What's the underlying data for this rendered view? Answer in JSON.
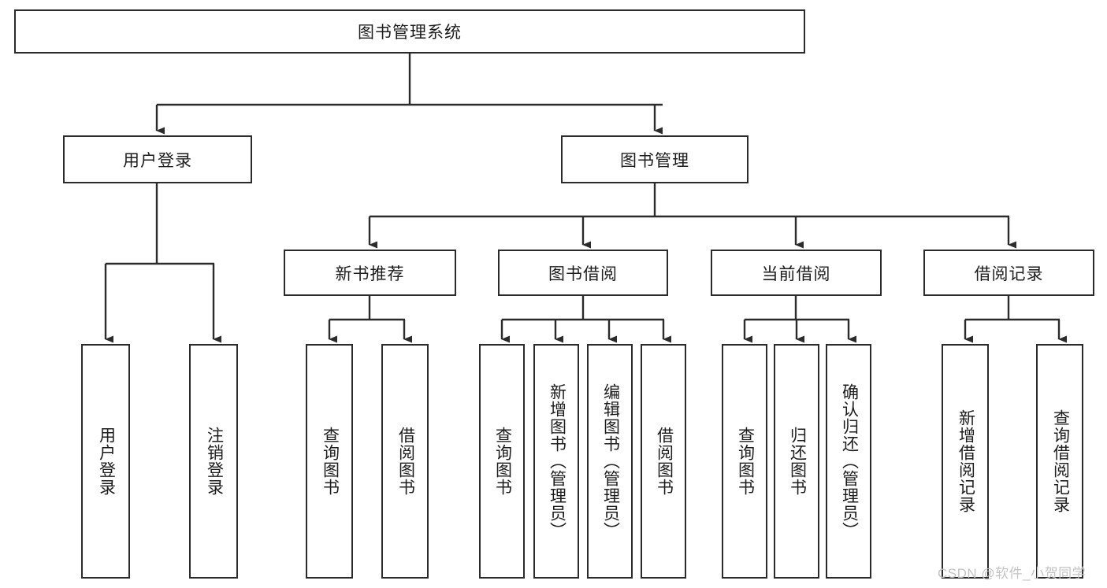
{
  "diagram": {
    "title": "图书管理系统",
    "type": "tree-hierarchy-diagram",
    "colors": {
      "box_border": "#2b2b2b",
      "box_fill": "#ffffff",
      "connector": "#2b2b2b",
      "text": "#1c1c1c",
      "background": "#ffffff",
      "watermark": "#c3c3c3"
    },
    "root": {
      "label": "图书管理系统"
    },
    "level2": [
      {
        "label": "用户登录"
      },
      {
        "label": "图书管理"
      }
    ],
    "level3": [
      {
        "label": "新书推荐"
      },
      {
        "label": "图书借阅"
      },
      {
        "label": "当前借阅"
      },
      {
        "label": "借阅记录"
      }
    ],
    "leaves": {
      "user_login": [
        {
          "label": "用户登录"
        },
        {
          "label": "注销登录"
        }
      ],
      "new_book_recommend": [
        {
          "label": "查询图书"
        },
        {
          "label": "借阅图书"
        }
      ],
      "book_borrow": [
        {
          "label": "查询图书"
        },
        {
          "label": "新增图书（管理员）"
        },
        {
          "label": "编辑图书（管理员）"
        },
        {
          "label": "借阅图书"
        }
      ],
      "current_borrow": [
        {
          "label": "查询图书"
        },
        {
          "label": "归还图书"
        },
        {
          "label": "确认归还（管理员）"
        }
      ],
      "borrow_records": [
        {
          "label": "新增借阅记录"
        },
        {
          "label": "查询借阅记录"
        }
      ]
    },
    "watermark": "CSDN @软件_小贺同学"
  }
}
